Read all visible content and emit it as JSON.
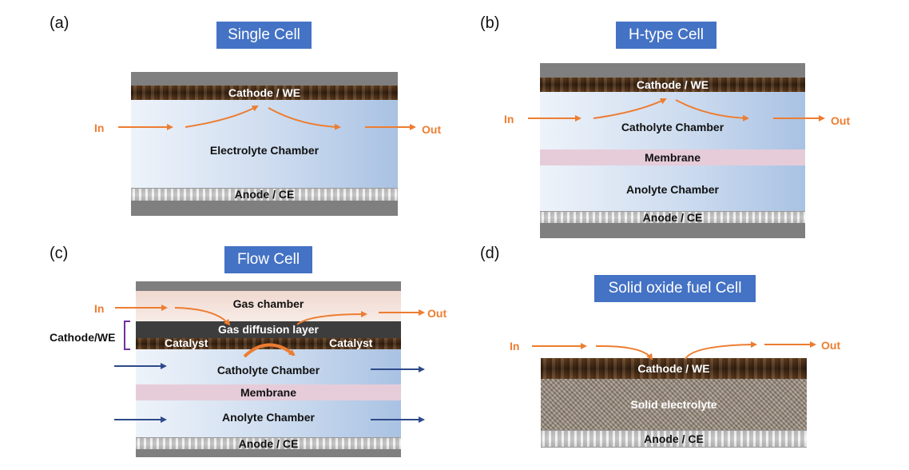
{
  "panels": {
    "a": {
      "label": "(a)",
      "title": "Single Cell",
      "cathode": "Cathode / WE",
      "chamber": "Electrolyte Chamber",
      "anode": "Anode / CE",
      "in": "In",
      "out": "Out"
    },
    "b": {
      "label": "(b)",
      "title": "H-type Cell",
      "cathode": "Cathode / WE",
      "catholyte": "Catholyte Chamber",
      "membrane": "Membrane",
      "anolyte": "Anolyte Chamber",
      "anode": "Anode / CE",
      "in": "In",
      "out": "Out"
    },
    "c": {
      "label": "(c)",
      "title": "Flow Cell",
      "gas_chamber": "Gas chamber",
      "gdl": "Gas diffusion layer",
      "catalyst_left": "Catalyst",
      "catalyst_right": "Catalyst",
      "cathode_bracket": "Cathode/WE",
      "catholyte": "Catholyte Chamber",
      "membrane": "Membrane",
      "anolyte": "Anolyte Chamber",
      "anode": "Anode / CE",
      "in": "In",
      "out": "Out"
    },
    "d": {
      "label": "(d)",
      "title": "Solid oxide fuel Cell",
      "cathode": "Cathode / WE",
      "solid": "Solid electrolyte",
      "anode": "Anode / CE",
      "in": "In",
      "out": "Out"
    }
  },
  "colors": {
    "title_bg": "#4472c4",
    "arrow_orange": "#ed7d31",
    "arrow_blue": "#2e4a8a",
    "bracket": "#7030a0"
  }
}
